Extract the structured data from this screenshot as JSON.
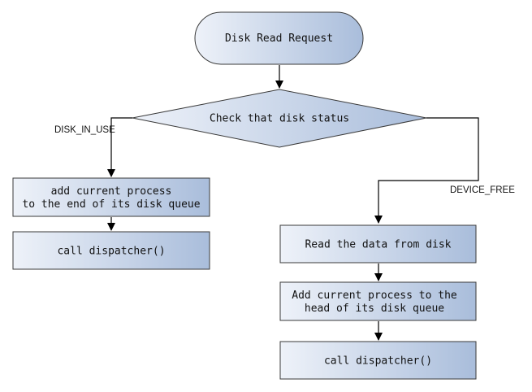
{
  "nodes": {
    "start": {
      "label": "Disk Read Request"
    },
    "decision": {
      "label": "Check that disk status"
    },
    "add_end": {
      "line1": "add current process",
      "line2": "to the end of its disk queue"
    },
    "call_left": {
      "label": "call dispatcher()"
    },
    "read_data": {
      "label": "Read the data from disk"
    },
    "add_head": {
      "line1": "Add current process to the",
      "line2": "head of its disk queue"
    },
    "call_right": {
      "label": "call dispatcher()"
    }
  },
  "edges": {
    "in_use": {
      "label": "DISK_IN_USE"
    },
    "device_free": {
      "label": "DEVICE_FREE"
    }
  },
  "colors": {
    "fill_light": "#eef2f9",
    "fill_dark": "#a9bddb",
    "stroke": "#3a3a3a"
  }
}
